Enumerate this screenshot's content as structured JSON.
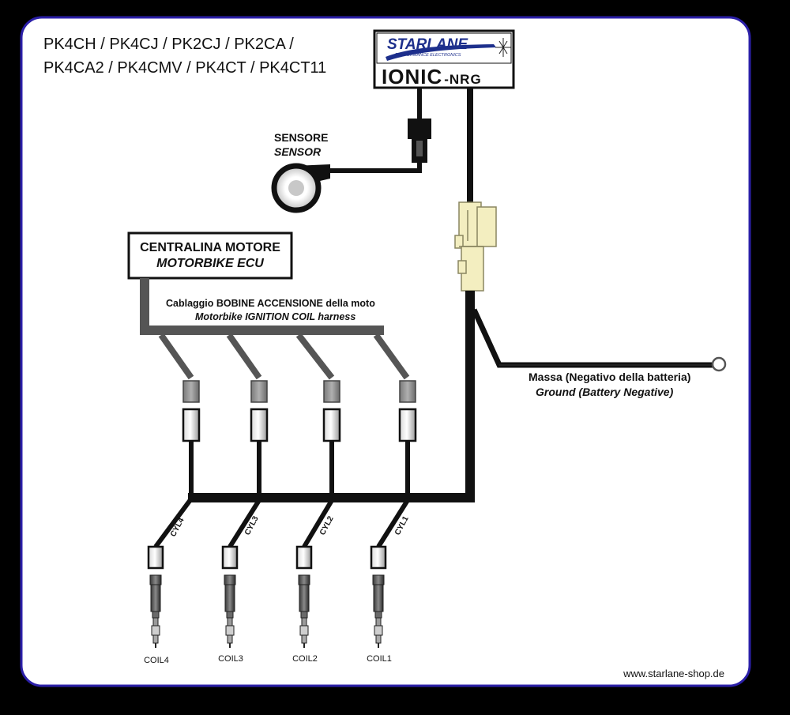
{
  "models": {
    "line1": "PK4CH / PK4CJ / PK2CJ / PK2CA /",
    "line2": "PK4CA2 / PK4CMV / PK4CT / PK4CT11"
  },
  "module": {
    "brand": "STARLANE",
    "brand_sub": "PERFORMANCE ELECTRONICS",
    "name_main": "IONIC",
    "name_suffix": "-NRG"
  },
  "sensor": {
    "label_it": "SENSORE",
    "label_en": "SENSOR"
  },
  "ecu": {
    "label_it": "CENTRALINA MOTORE",
    "label_en": "MOTORBIKE ECU"
  },
  "harness": {
    "label_it": "Cablaggio BOBINE ACCENSIONE della moto",
    "label_en": "Motorbike IGNITION COIL harness"
  },
  "ground": {
    "label_it": "Massa (Negativo della batteria)",
    "label_en": "Ground (Battery Negative)"
  },
  "cylinders": [
    "CYL4",
    "CYL3",
    "CYL2",
    "CYL1"
  ],
  "coils": [
    "COIL4",
    "COIL3",
    "COIL2",
    "COIL1"
  ],
  "website": "www.starlane-shop.de",
  "colors": {
    "frame_border": "#2b1fa8",
    "panel_bg": "#ffffff",
    "wire_dark": "#111111",
    "wire_gray": "#555555",
    "connector_yellow": "#f3eec0",
    "brand_blue": "#1d2f8c"
  }
}
